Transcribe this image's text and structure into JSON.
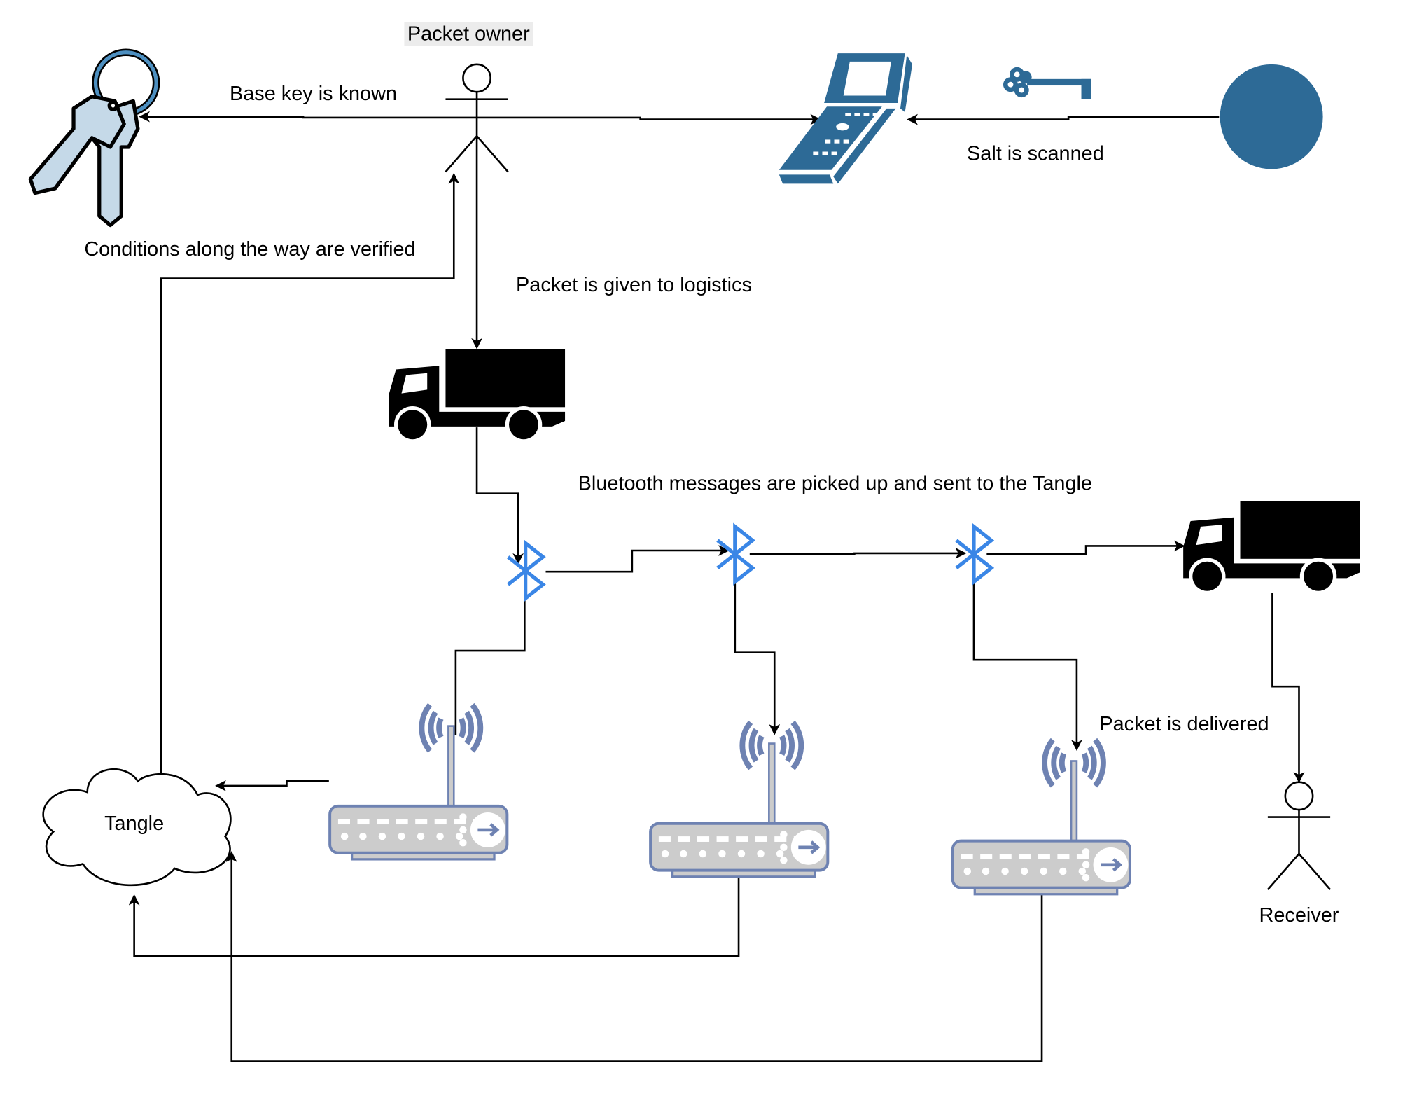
{
  "labels": {
    "packet_owner": "Packet owner",
    "base_key": "Base key is known",
    "salt": "Salt is scanned",
    "conditions": "Conditions along the way are verified",
    "given_logistics": "Packet is given to logistics",
    "bluetooth": "Bluetooth messages are picked up and sent to the Tangle",
    "delivered": "Packet is delivered",
    "receiver": "Receiver",
    "tangle": "Tangle"
  },
  "colors": {
    "steel_blue": "#2d6a96",
    "key_light": "#c5d9e8",
    "key_ring": "#4d8fc0",
    "bluetooth": "#3a86e6",
    "router_stroke": "#6e82b2",
    "router_fill": "#cccccc",
    "label_bg": "#ececec"
  },
  "icons": [
    "keys-icon",
    "person-icon",
    "handheld-scanner-icon",
    "key-icon",
    "salt-circle",
    "truck-icon",
    "bluetooth-icon",
    "wireless-router-icon",
    "cloud-icon"
  ]
}
